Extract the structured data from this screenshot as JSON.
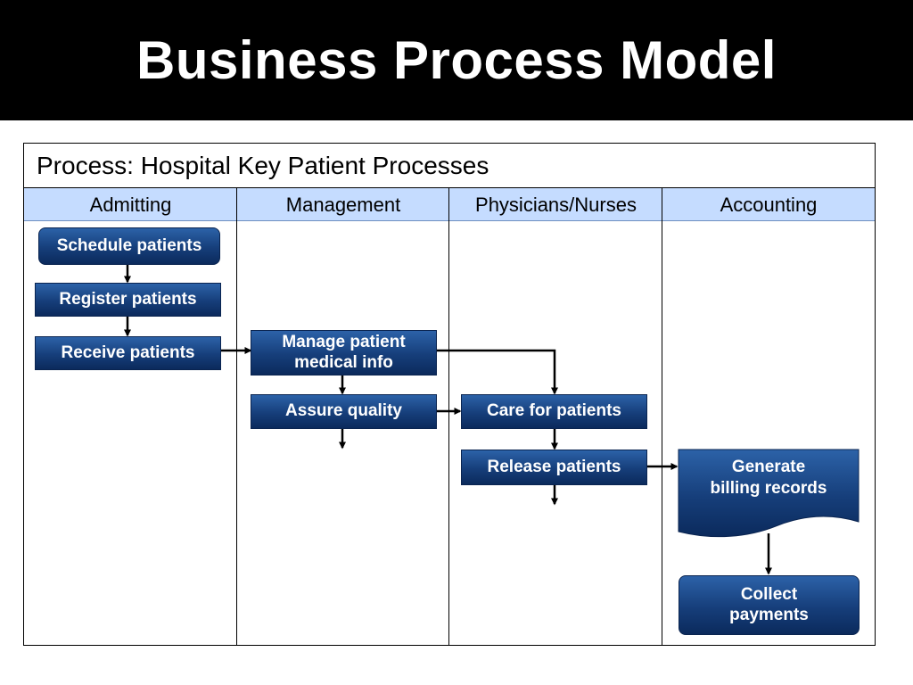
{
  "slide": {
    "title": "Business Process Model"
  },
  "process": {
    "title": "Process: Hospital Key Patient Processes",
    "lanes": [
      "Admitting",
      "Management",
      "Physicians/Nurses",
      "Accounting"
    ]
  },
  "steps": {
    "schedule_patients": "Schedule patients",
    "register_patients": "Register patients",
    "receive_patients": "Receive patients",
    "manage_patient_info": "Manage patient\nmedical info",
    "assure_quality": "Assure quality",
    "care_for_patients": "Care for patients",
    "release_patients": "Release patients",
    "generate_billing": "Generate\nbilling records",
    "collect_payments": "Collect\npayments"
  },
  "colors": {
    "title_background": "#000000",
    "lane_header_background": "#c5dcff",
    "box_fill_top": "#2c62a8",
    "box_fill_bottom": "#0b2a5c",
    "box_text": "#ffffff",
    "arrow": "#000000"
  }
}
